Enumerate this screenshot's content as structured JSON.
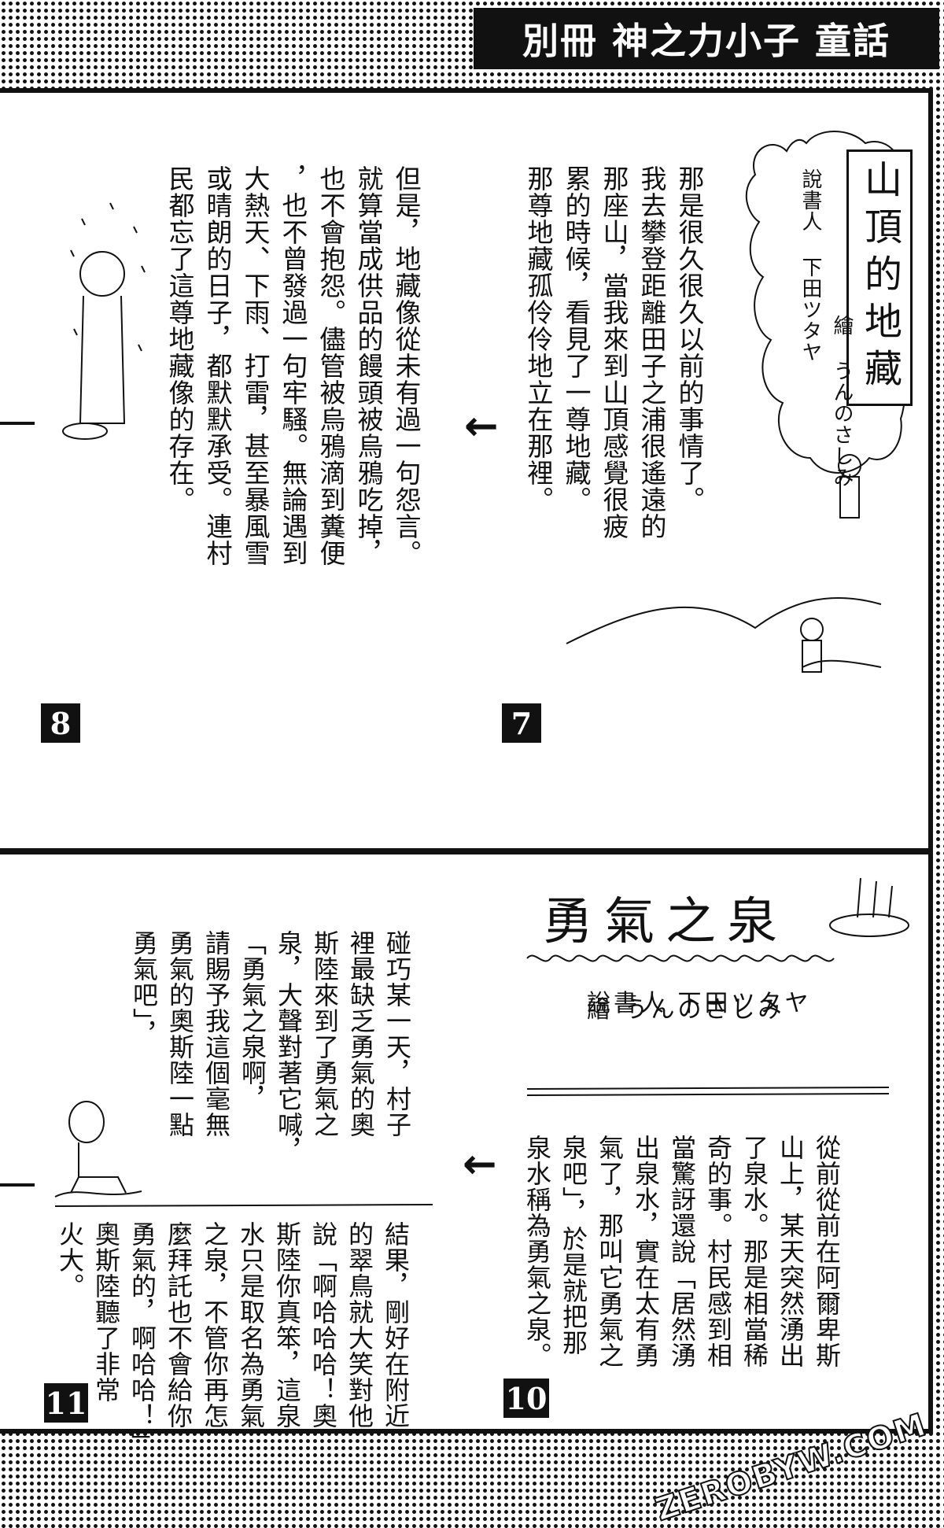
{
  "header": {
    "title": "別冊 神之力小子 童話"
  },
  "top": {
    "story_title": "山頂的地藏",
    "credits": [
      "繪 うんのさしみ",
      "說書人 下田ツタヤ"
    ],
    "page7": {
      "number": "7",
      "text": "那是很久很久以前的事情了。\n我去攀登距離田子之浦很遙遠的\n那座山，當我來到山頂感覺很疲\n累的時候，看見了一尊地藏。\n那尊地藏孤伶伶地立在那裡。"
    },
    "page8": {
      "number": "8",
      "text": "但是，地藏像從未有過一句怨言。\n就算當成供品的饅頭被烏鴉吃掉，\n也不會抱怨。儘管被烏鴉滴到糞便\n，也不曾發過一句牢騷。無論遇到\n大熱天、下雨、打雷，甚至暴風雪\n或晴朗的日子，都默默承受。連村\n民都忘了這尊地藏像的存在。"
    },
    "arrow": "←"
  },
  "bottom": {
    "story_title": "勇氣之泉",
    "credits": [
      "說書人 下田ツタヤ",
      "繪 うんのさしみ"
    ],
    "page10": {
      "number": "10",
      "text": "從前從前在阿爾卑斯\n山上，某天突然湧出\n了泉水。那是相當稀\n奇的事。村民感到相\n當驚訝還說「居然湧\n出泉水，實在太有勇\n氣了，那叫它勇氣之\n泉吧」，於是就把那\n泉水稱為勇氣之泉。"
    },
    "page11": {
      "number": "11",
      "text_upper": "碰巧某一天，村子\n裡最缺乏勇氣的奧\n斯陸來到了勇氣之\n泉，大聲對著它喊，\n「勇氣之泉啊，\n請賜予我這個毫無\n勇氣的奧斯陸一點\n勇氣吧」，",
      "text_lower": "結果，剛好在附近\n的翠鳥就大笑對他\n說「啊哈哈哈！奧\n斯陸你真笨，這泉\n水只是取名為勇氣\n之泉，不管你再怎\n麼拜託也不會給你\n勇氣的，啊哈哈！」\n奧斯陸聽了非常\n火大。"
    },
    "arrow": "←"
  },
  "watermark": "ZEROBYW.COM"
}
